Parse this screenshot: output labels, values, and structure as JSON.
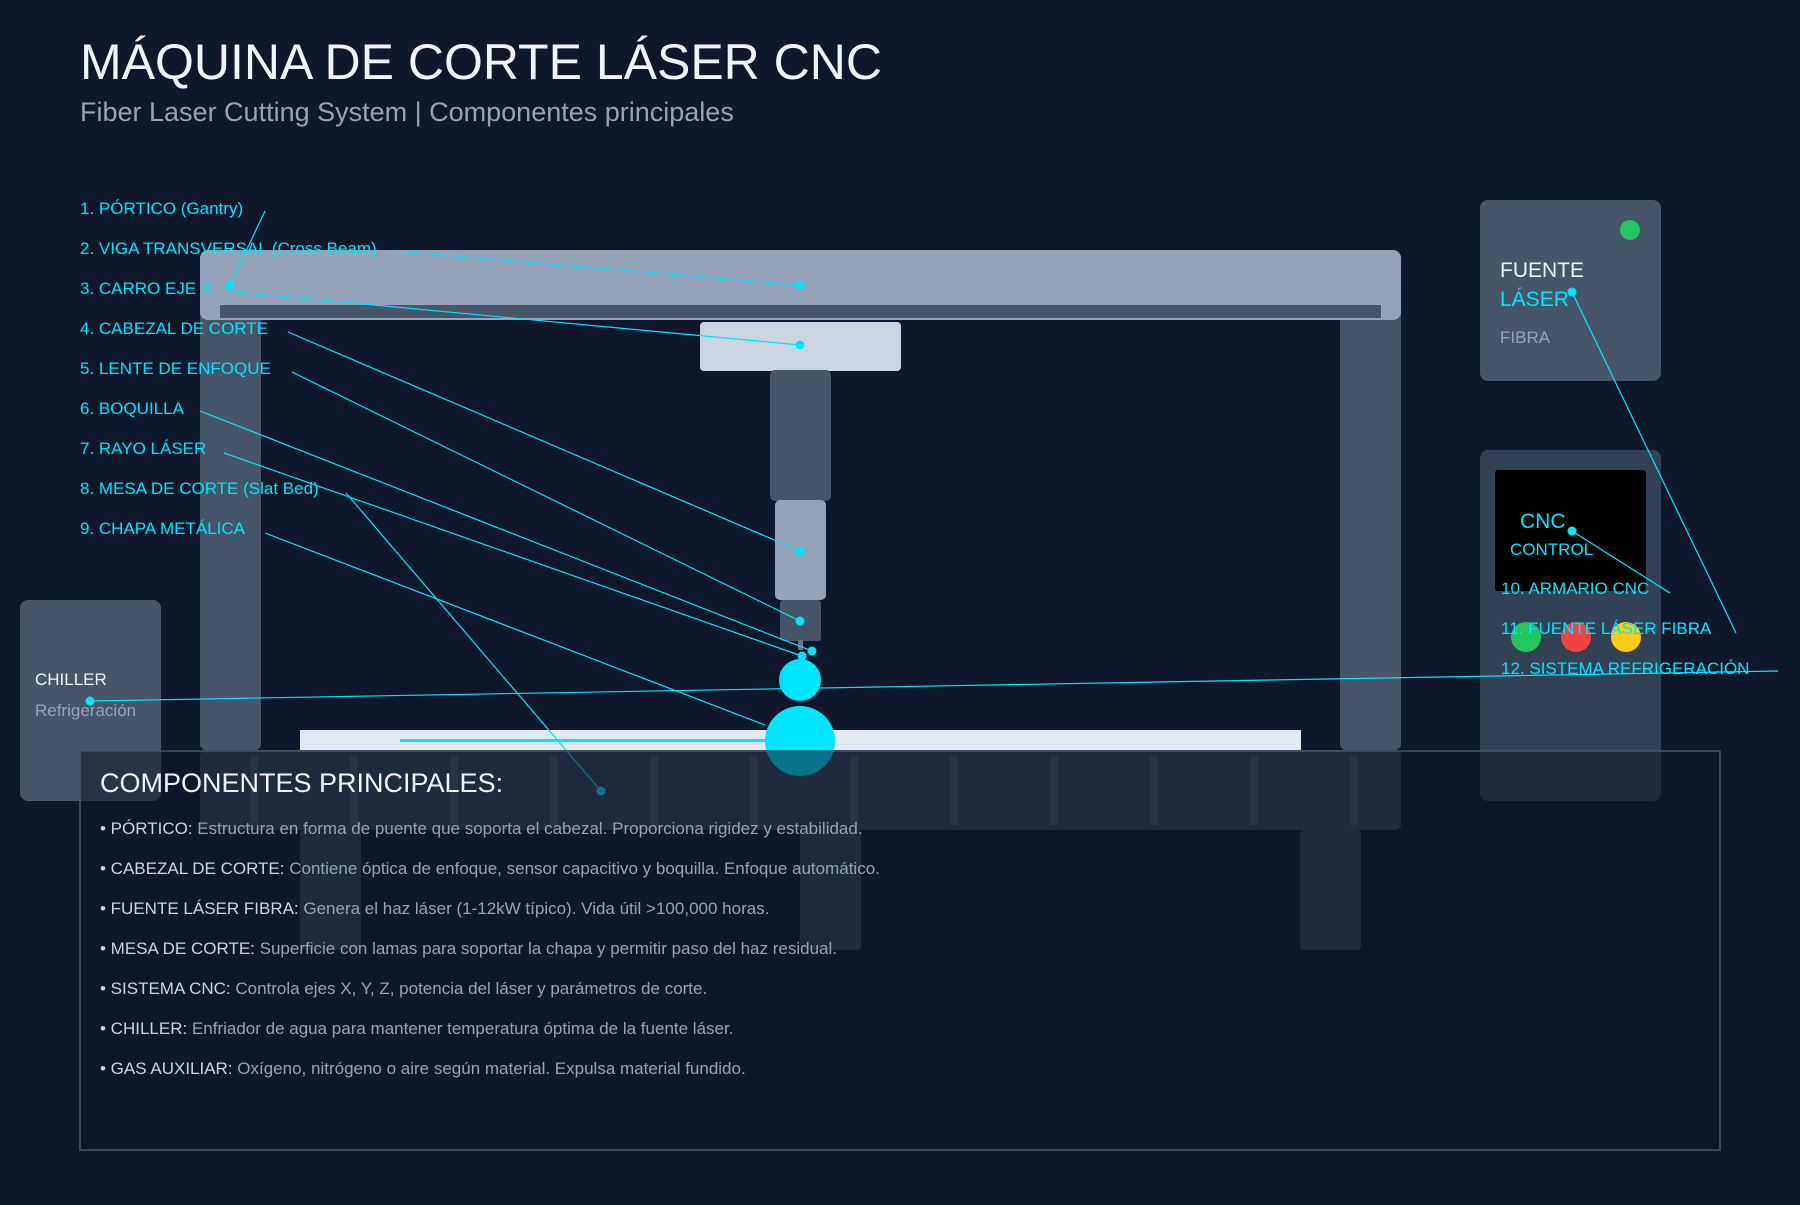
{
  "header": {
    "title": "MÁQUINA DE CORTE LÁSER CNC",
    "subtitle": "Fiber Laser Cutting System | Componentes principales"
  },
  "colors": {
    "background": "#0f172a",
    "accent": "#00e5ff",
    "frame": "#475569",
    "beam": "#94a3b8",
    "led_green": "#22c55e",
    "led_red": "#ef4444",
    "led_yellow": "#facc15"
  },
  "labels": {
    "left": [
      "1. PÓRTICO (Gantry)",
      "2. VIGA TRANSVERSAL (Cross Beam)",
      "3. CARRO EJE X",
      "4. CABEZAL DE CORTE",
      "5. LENTE DE ENFOQUE",
      "6. BOQUILLA",
      "7. RAYO LÁSER",
      "8. MESA DE CORTE (Slat Bed)",
      "9. CHAPA METÁLICA"
    ],
    "right": [
      "10. ARMARIO CNC",
      "11. FUENTE LÁSER FIBRA",
      "12. SISTEMA REFRIGERACIÓN"
    ]
  },
  "laser_source": {
    "line1": "FUENTE",
    "line2": "LÁSER",
    "line3": "FIBRA"
  },
  "cnc_cabinet": {
    "screen_line1": "CNC",
    "screen_line2": "CONTROL"
  },
  "chiller": {
    "line1": "CHILLER",
    "line2": "Refrigeración"
  },
  "components": {
    "heading": "COMPONENTES PRINCIPALES:",
    "items": [
      {
        "term": "• PÓRTICO:",
        "desc": " Estructura en forma de puente que soporta el cabezal. Proporciona rigidez y estabilidad."
      },
      {
        "term": "• CABEZAL DE CORTE:",
        "desc": " Contiene óptica de enfoque, sensor capacitivo y boquilla. Enfoque automático."
      },
      {
        "term": "• FUENTE LÁSER FIBRA:",
        "desc": " Genera el haz láser (1-12kW típico). Vida útil >100,000 horas."
      },
      {
        "term": "• MESA DE CORTE:",
        "desc": " Superficie con lamas para soportar la chapa y permitir paso del haz residual."
      },
      {
        "term": "• SISTEMA CNC:",
        "desc": " Controla ejes X, Y, Z, potencia del láser y parámetros de corte."
      },
      {
        "term": "• CHILLER:",
        "desc": " Enfriador de agua para mantener temperatura óptima de la fuente láser."
      },
      {
        "term": "• GAS AUXILIAR:",
        "desc": " Oxígeno, nitrógeno o aire según material. Expulsa material fundido."
      }
    ]
  }
}
